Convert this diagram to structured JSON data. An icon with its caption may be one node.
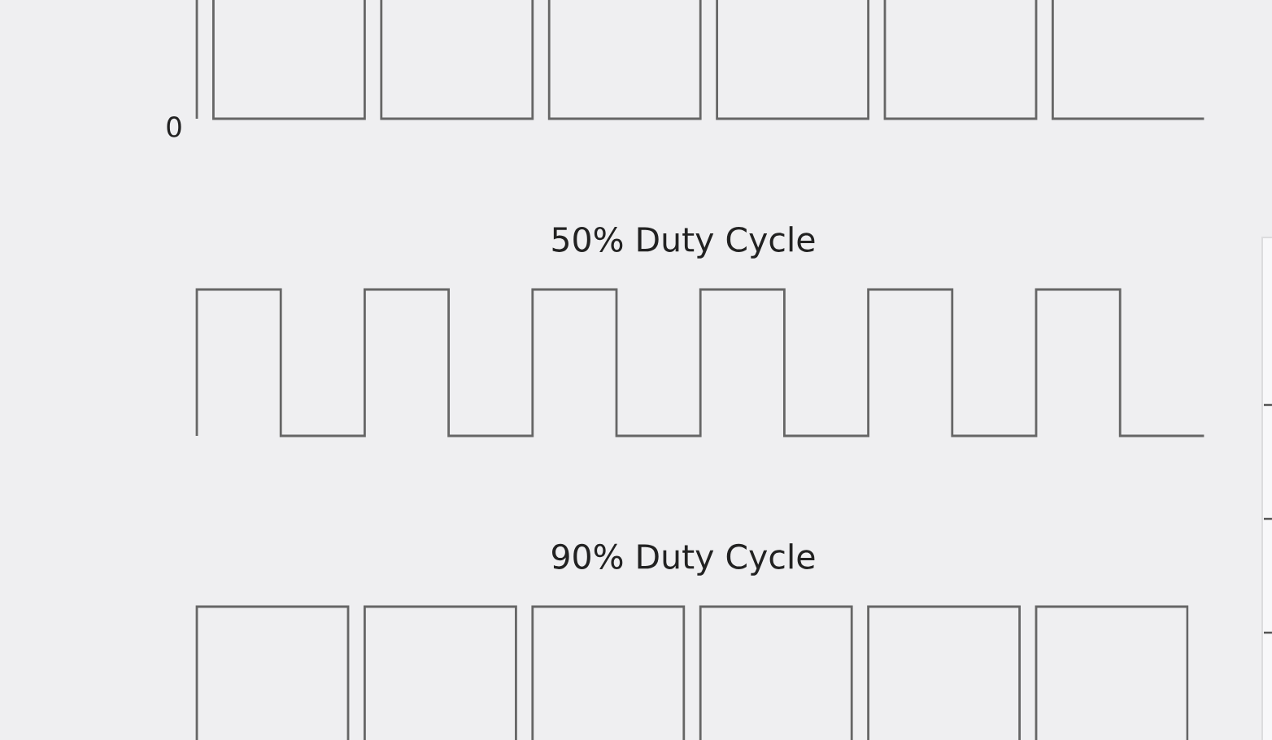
{
  "diagram": {
    "labels": [
      "0",
      "50% Duty Cycle",
      "90% Duty Cycle"
    ]
  }
}
